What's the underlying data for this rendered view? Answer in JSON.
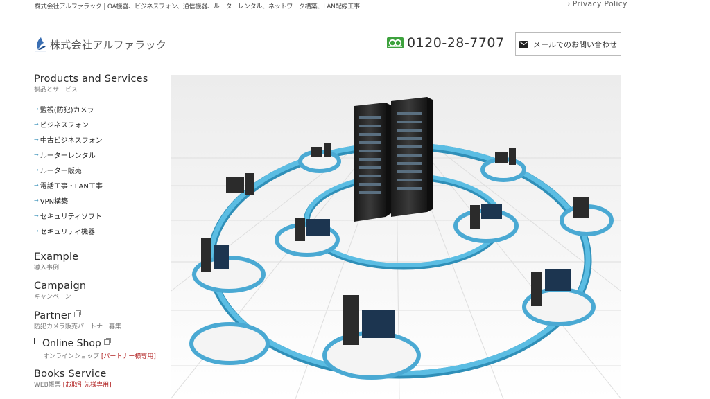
{
  "header": {
    "tagline": "株式会社アルファラック | OA機器、ビジネスフォン、通信機器、ルーターレンタル、ネットワーク構築、LAN配線工事",
    "privacy_arrow": "›",
    "privacy_label": "Privacy Policy",
    "logo_text": "株式会社アルファラック",
    "phone_number": "0120-28-7707",
    "mail_button_label": "メールでのお問い合わせ"
  },
  "sidebar": {
    "products": {
      "title": "Products and Services",
      "subtitle": "製品とサービス",
      "items": [
        {
          "label": "監視(防犯)カメラ"
        },
        {
          "label": "ビジネスフォン"
        },
        {
          "label": "中古ビジネスフォン"
        },
        {
          "label": "ルーターレンタル"
        },
        {
          "label": "ルーター販売"
        },
        {
          "label": "電話工事・LAN工事"
        },
        {
          "label": "VPN構築"
        },
        {
          "label": "セキュリティソフト"
        },
        {
          "label": "セキュリティ機器"
        }
      ]
    },
    "example": {
      "title": "Example",
      "subtitle": "導入事例"
    },
    "campaign": {
      "title": "Campaign",
      "subtitle": "キャンペーン"
    },
    "partner": {
      "title": "Partner",
      "subtitle": "防犯カメラ販売パートナー募集"
    },
    "online_shop": {
      "title": "Online Shop",
      "subtitle": "オンラインショップ",
      "note": "[パートナー様専用]"
    },
    "books": {
      "title": "Books Service",
      "subtitle": "WEB帳票",
      "note": "[お取引先様専用]"
    }
  },
  "colors": {
    "accent_blue": "#4aa9d3",
    "ring_blue": "#5bbde3",
    "freedial_green": "#3da23d",
    "note_red": "#b22222"
  },
  "icons": {
    "logo": "alpharack-logo-icon",
    "freedial": "freedial-icon",
    "mail": "envelope-icon",
    "menu_arrow": "arrow-right-icon",
    "external": "external-link-icon"
  }
}
